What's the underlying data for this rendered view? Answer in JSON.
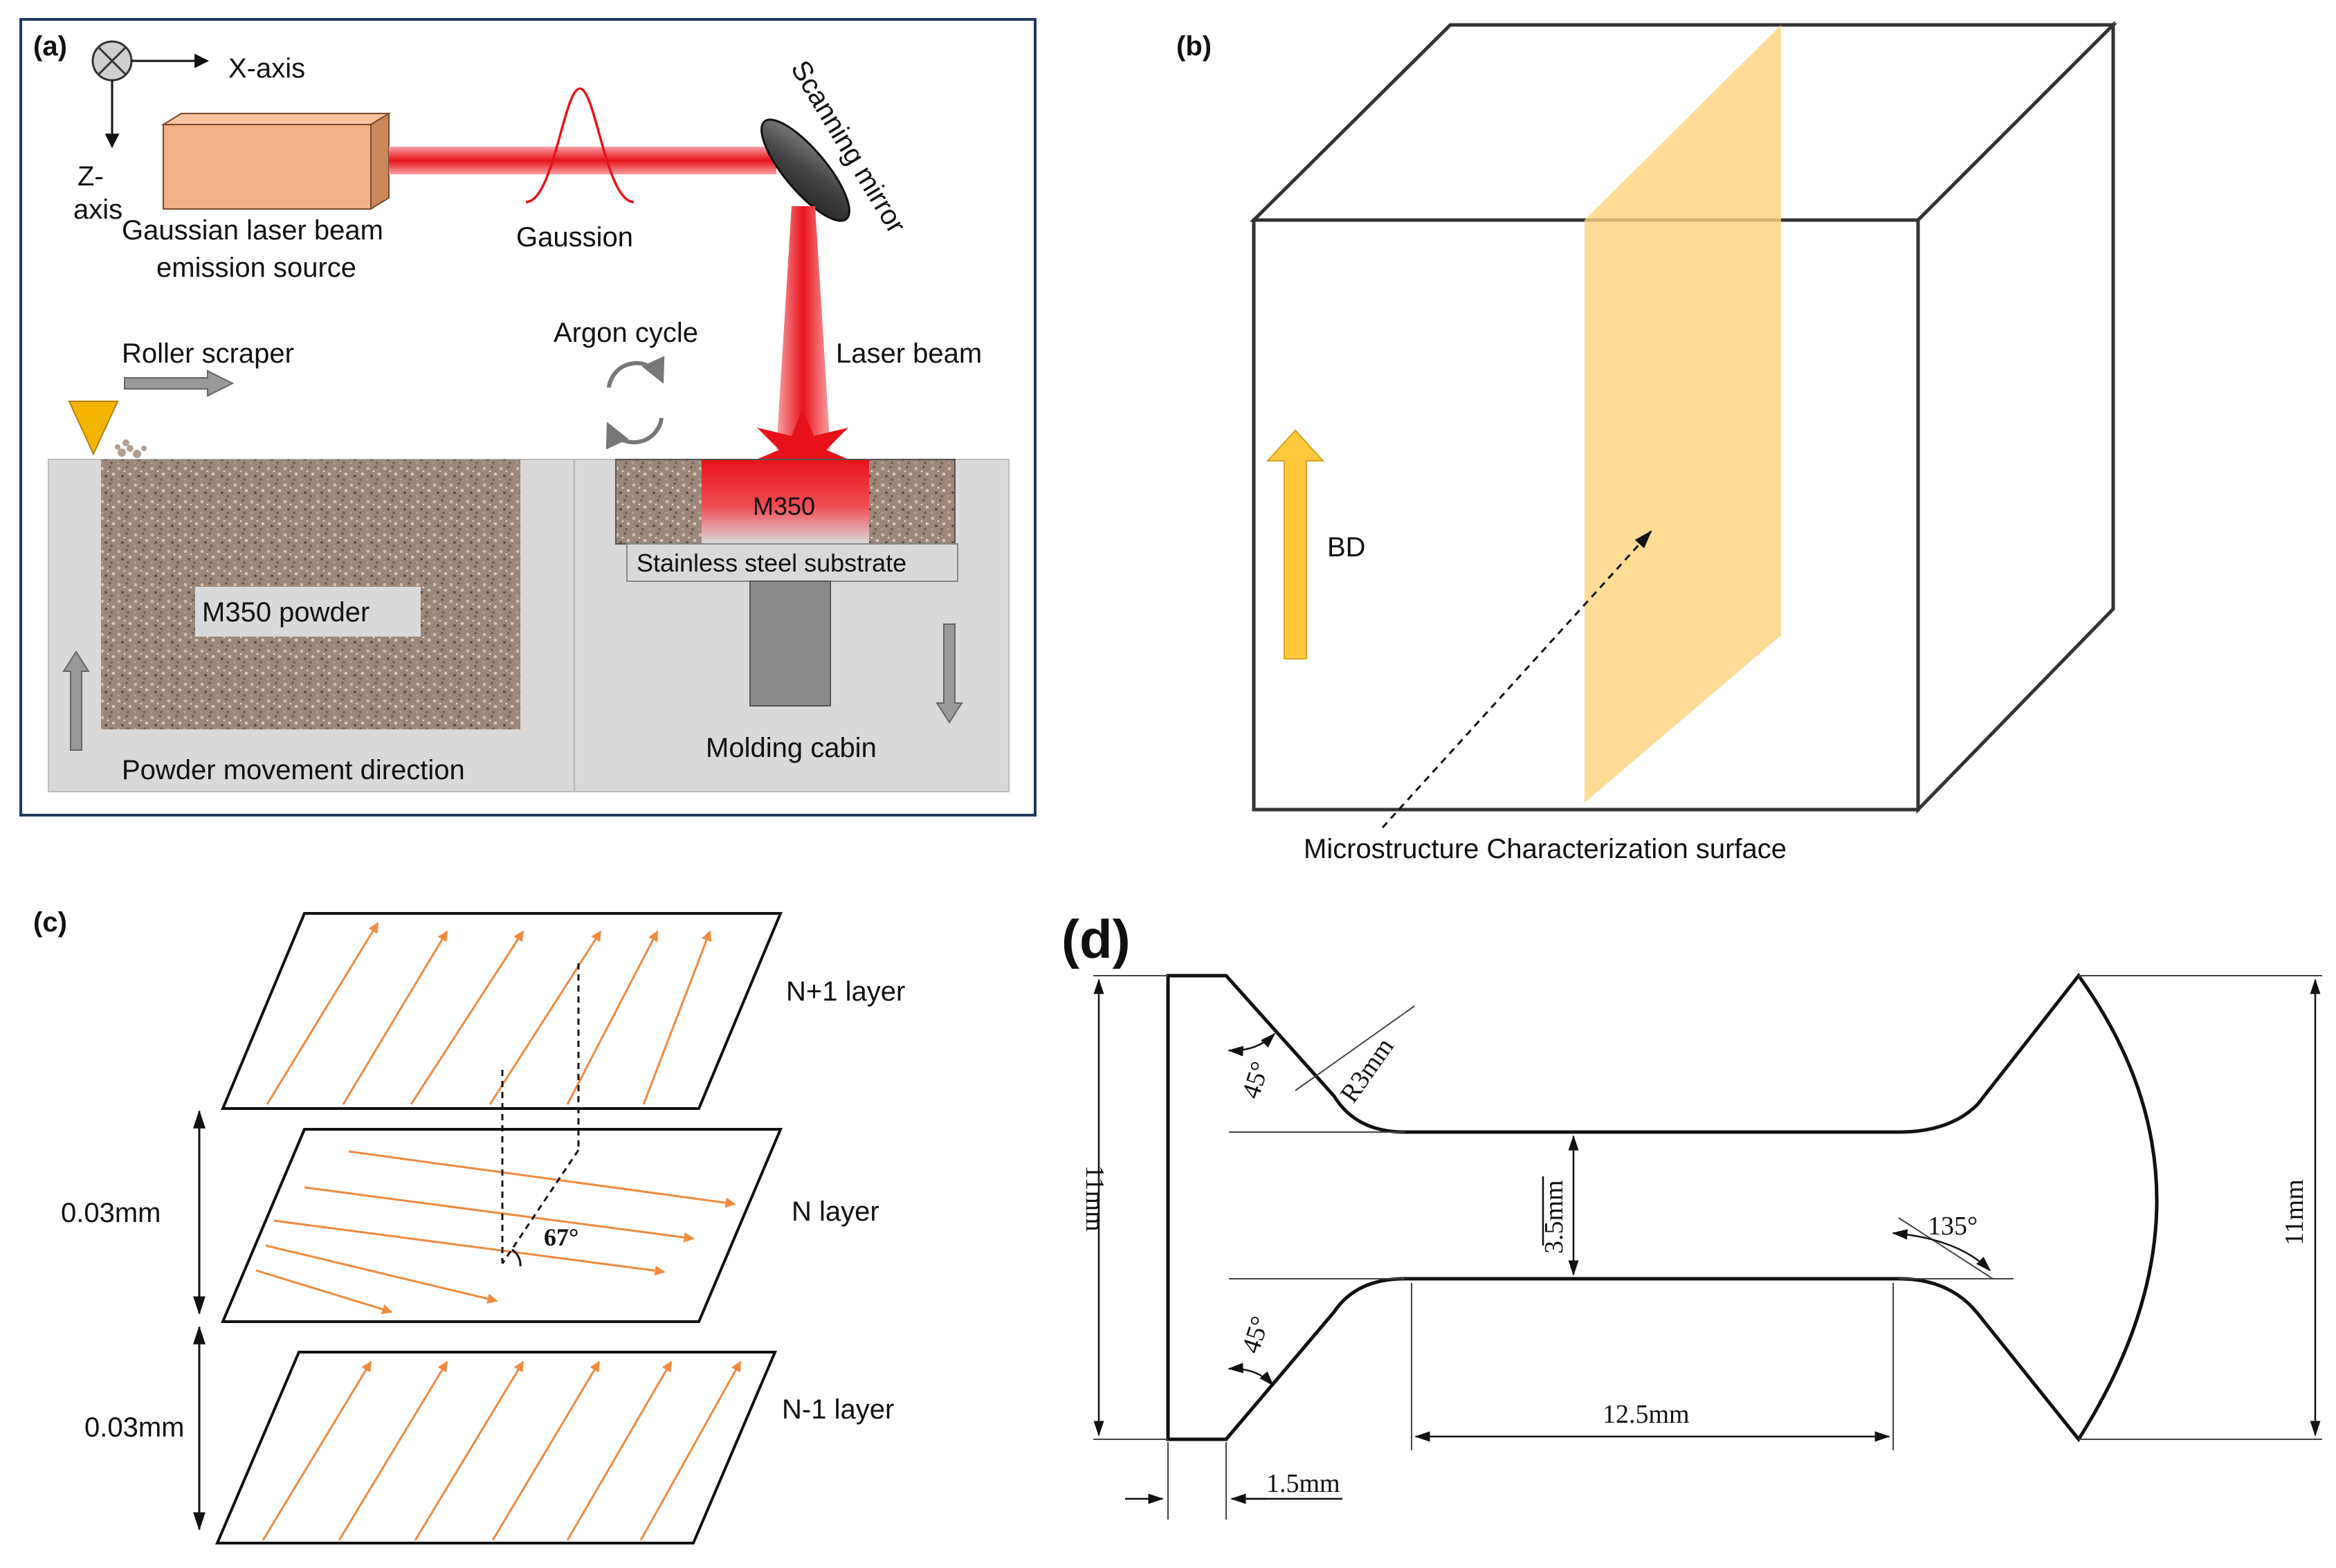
{
  "panels": {
    "a": {
      "label": "(a)",
      "x_axis": "X-axis",
      "z_axis_line1": "Z-",
      "z_axis_line2": "axis",
      "source_line1": "Gaussian laser beam",
      "source_line2": "emission source",
      "gaussian": "Gaussion",
      "mirror": "Scanning mirror",
      "argon": "Argon cycle",
      "laser_beam": "Laser beam",
      "roller": "Roller scraper",
      "melt": "M350",
      "substrate": "Stainless steel substrate",
      "powder": "M350 powder",
      "powder_direction": "Powder movement direction",
      "molding": "Molding cabin"
    },
    "b": {
      "label": "(b)",
      "bd": "BD",
      "surface": "Microstructure Characterization surface"
    },
    "c": {
      "label": "(c)",
      "layer_top": "N+1 layer",
      "layer_mid": "N layer",
      "layer_bot": "N-1 layer",
      "angle": "67°",
      "thickness_upper": "0.03mm",
      "thickness_lower": "0.03mm"
    },
    "d": {
      "label": "(d)",
      "radius": "R3mm",
      "angle_upper": "45°",
      "angle_lower": "45°",
      "angle_right": "135°",
      "height_left": "11mm",
      "height_right": "11mm",
      "gauge_width": "3.5mm",
      "gauge_length": "12.5mm",
      "tab_width": "1.5mm"
    }
  },
  "colors": {
    "laser": "#e8121b",
    "laser_source": "#f2b087",
    "beam_box_bg": "#d9d9d9",
    "powder": "#9c8778",
    "scraper": "#f5b400",
    "bd_arrow": "#ffc83d",
    "section_plane": "#ffd37a",
    "scan_track": "#f08a3e",
    "frame": "#1f3a5f"
  }
}
